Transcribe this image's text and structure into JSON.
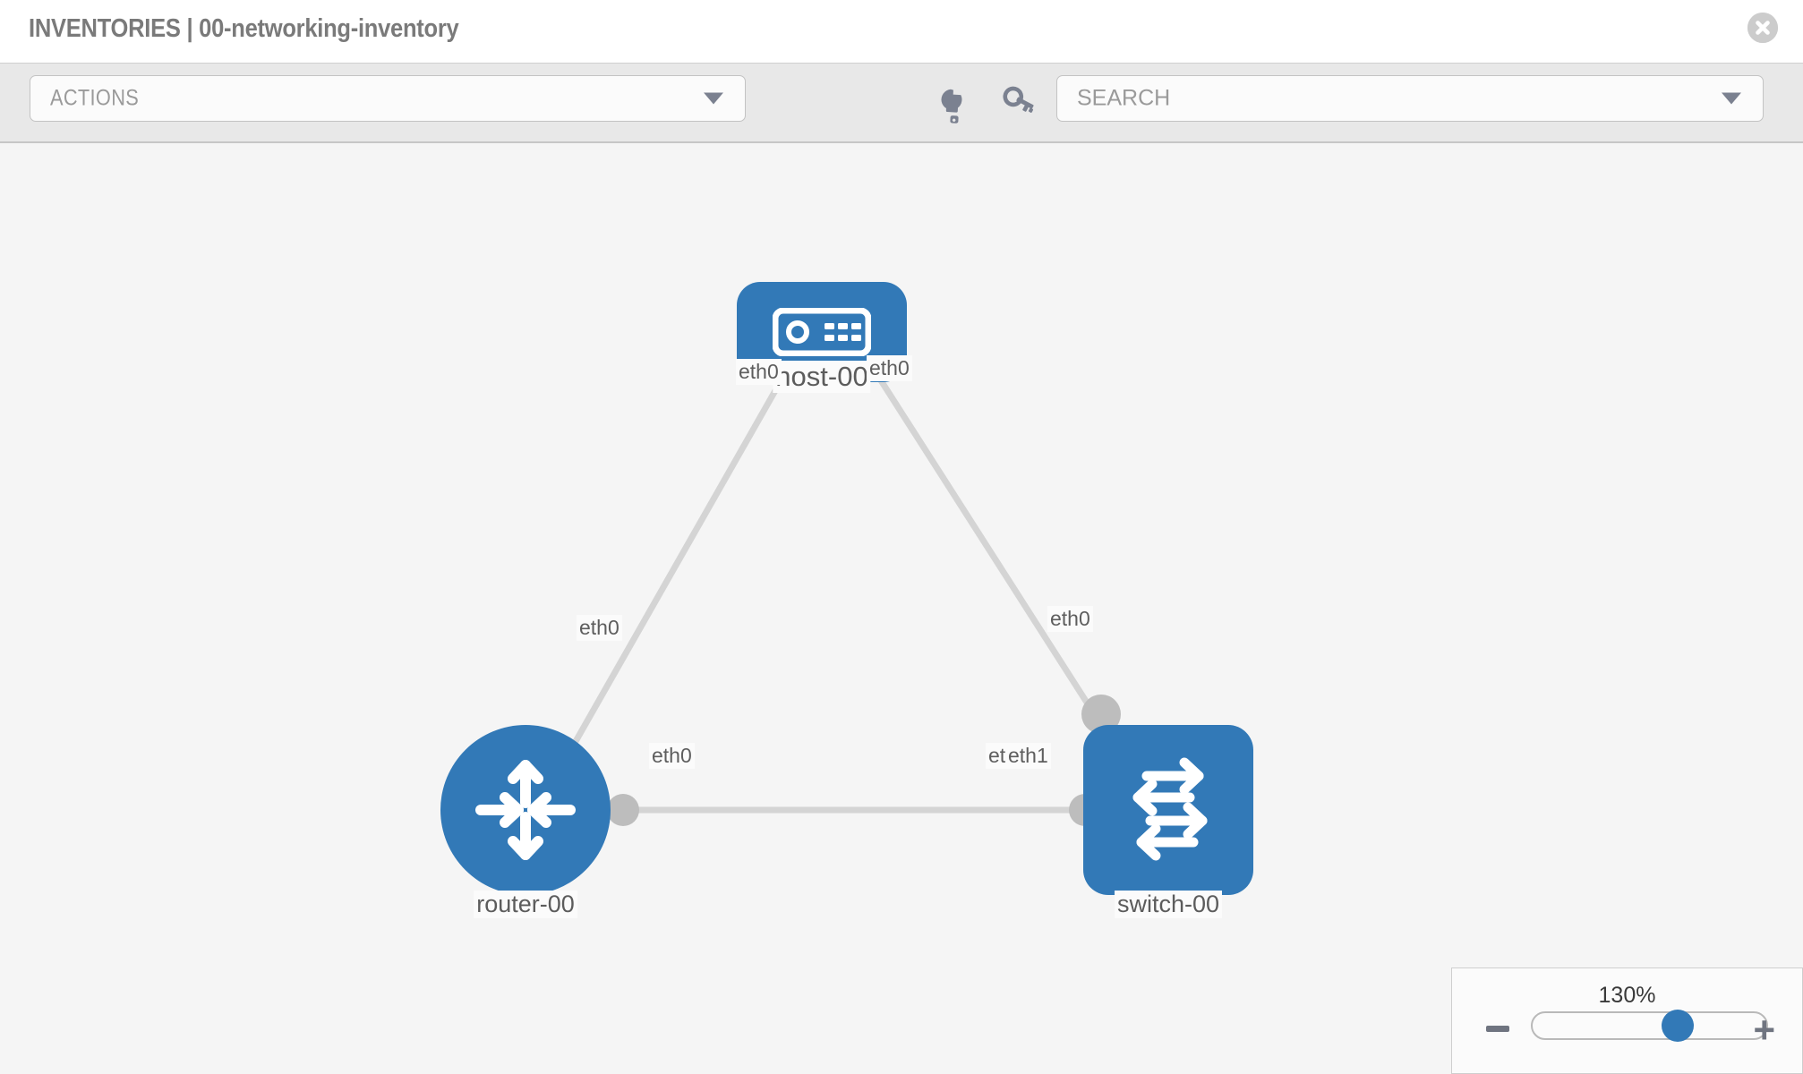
{
  "header": {
    "title": "INVENTORIES | 00-networking-inventory",
    "close_icon": "close-circle-icon"
  },
  "toolbar": {
    "actions_label": "ACTIONS",
    "actions_chevron": "chevron-down-icon",
    "wrench_icon": "wrench-icon",
    "key_icon": "key-icon",
    "search_placeholder": "SEARCH",
    "search_chevron": "chevron-down-icon"
  },
  "graph": {
    "nodes": [
      {
        "id": "host",
        "label": "host-00",
        "icon": "server-icon",
        "shape": "rounded-rect",
        "color": "#3279b7"
      },
      {
        "id": "router",
        "label": "router-00",
        "icon": "router-icon",
        "shape": "circle",
        "color": "#3279b7"
      },
      {
        "id": "switch",
        "label": "switch-00",
        "icon": "switch-icon",
        "shape": "rounded-square",
        "color": "#3279b7"
      }
    ],
    "edges": [
      {
        "from": "host",
        "to": "router",
        "from_label": "eth0",
        "to_label": "eth0"
      },
      {
        "from": "host",
        "to": "switch",
        "from_label": "eth0",
        "to_label": "eth0"
      },
      {
        "from": "router",
        "to": "switch",
        "from_label": "eth0",
        "to_label": "eth1",
        "to_label_occluded": "eth0"
      }
    ],
    "edge_labels": {
      "host_left": "eth0",
      "host_right": "eth0",
      "router_upper": "eth0",
      "switch_upper": "eth0",
      "router_right": "eth0",
      "switch_left_a": "eth0",
      "switch_left_b": "eth1"
    },
    "edge_color": "#d4d4d4",
    "nub_color": "#bdbdbd",
    "canvas_color": "#f5f5f5"
  },
  "zoom_control": {
    "value": "130%",
    "minus_label": "−",
    "plus_label": "+",
    "thumb_position_pct": 62
  }
}
